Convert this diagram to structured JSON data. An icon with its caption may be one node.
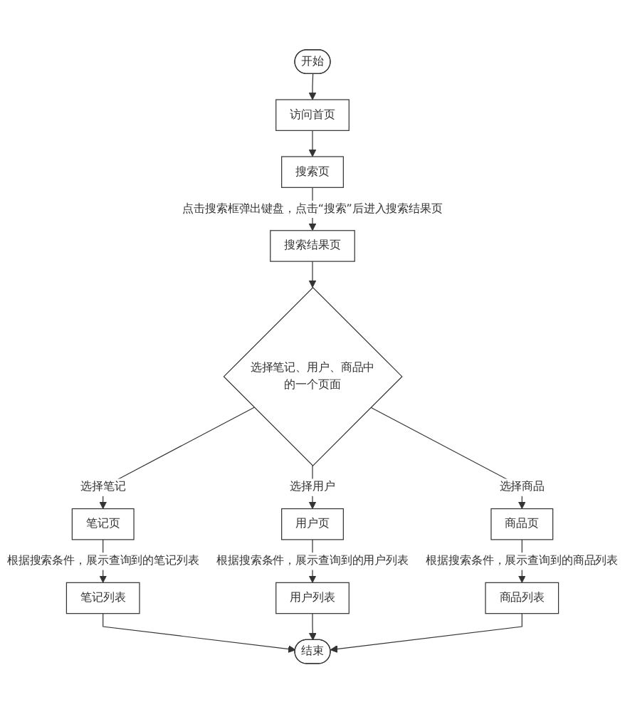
{
  "diagram": {
    "nodes": [
      {
        "text": [
          "开始"
        ]
      },
      {
        "text": [
          "访问首页"
        ]
      },
      {
        "text": [
          "搜索页"
        ]
      },
      {
        "text": [
          "搜索结果页"
        ]
      },
      {
        "text": [
          "选择笔记、用户、商品中的一个页面"
        ]
      },
      {
        "text": [
          "笔记页"
        ]
      },
      {
        "text": [
          "用户页"
        ]
      },
      {
        "text": [
          "商品页"
        ]
      },
      {
        "text": [
          "笔记列表"
        ]
      },
      {
        "text": [
          "用户列表"
        ]
      },
      {
        "text": [
          "商品列表"
        ]
      },
      {
        "text": [
          "结束"
        ]
      }
    ],
    "edges": [
      {
        "from": 0,
        "to": 1,
        "arrow": "to"
      },
      {
        "from": 1,
        "to": 2,
        "arrow": "to"
      },
      {
        "from": 2,
        "to": 3,
        "arrow": "to",
        "label": "点击搜索框弹出键盘，点击“搜索”后进入搜索结果页"
      },
      {
        "from": 3,
        "to": 4,
        "arrow": "to"
      },
      {
        "from": 4,
        "to": 5,
        "arrow": "to",
        "label": "选择笔记"
      },
      {
        "from": 4,
        "to": 6,
        "arrow": "to",
        "label": "选择用户"
      },
      {
        "from": 4,
        "to": 7,
        "arrow": "to",
        "label": "选择商品"
      },
      {
        "from": 5,
        "to": 8,
        "arrow": "to",
        "label": "根据搜索条件，展示查询到的笔记列表"
      },
      {
        "from": 6,
        "to": 9,
        "arrow": "to",
        "label": "根据搜索条件，展示查询到的用户列表"
      },
      {
        "from": 7,
        "to": 10,
        "arrow": "to",
        "label": "根据搜索条件，展示查询到的商品列表"
      },
      {
        "from": 8,
        "to": 11,
        "arrow": "to"
      },
      {
        "from": 9,
        "to": 11,
        "arrow": "to"
      },
      {
        "from": 10,
        "to": 11,
        "arrow": "to"
      }
    ]
  }
}
